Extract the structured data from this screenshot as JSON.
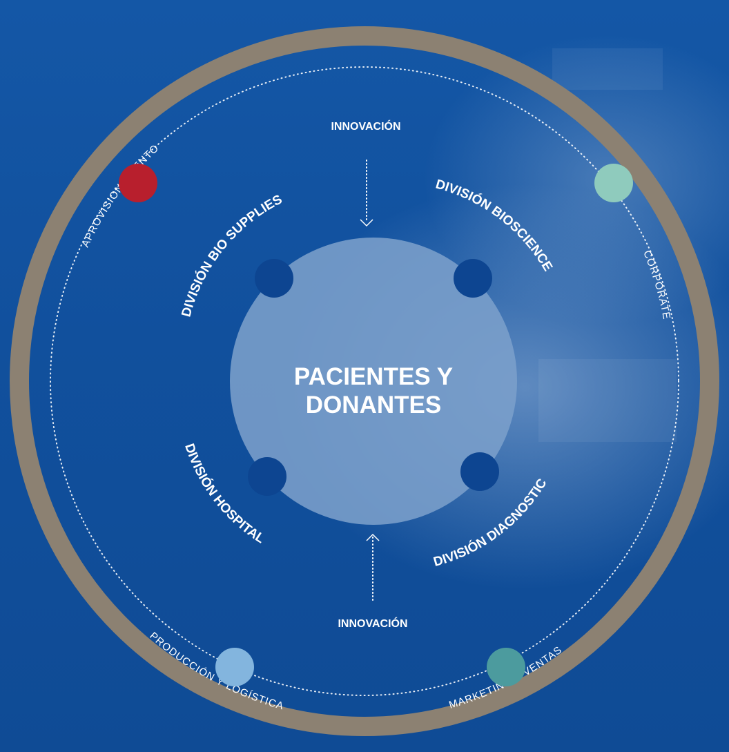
{
  "center": {
    "line1": "PACIENTES Y",
    "line2": "DONANTES"
  },
  "innovation_top": "INNOVACIÓN",
  "innovation_bottom": "INNOVACIÓN",
  "divisions": {
    "bio_supplies": "DIVISIÓN BIO SUPPLIES",
    "bioscience": "DIVISIÓN BIOSCIENCE",
    "hospital": "DIVISIÓN HOSPITAL",
    "diagnostic": "DIVISIÓN DIAGNOSTIC"
  },
  "outer_labels": {
    "aprovisionamiento": "APROVISIONAMIENTO",
    "corporate": "CORPORATE",
    "produccion": "PRODUCCIÓN Y LOGÍSTICA",
    "marketing": "MARKETING Y VENTAS"
  },
  "colors": {
    "ring": "#8c8172",
    "aprovisionamiento": "#b81f2d",
    "corporate": "#8fcbbd",
    "produccion": "#83b5de",
    "marketing": "#4c9b9e",
    "division_dot": "#0d4591",
    "center_fill": "#7b9fcb"
  }
}
